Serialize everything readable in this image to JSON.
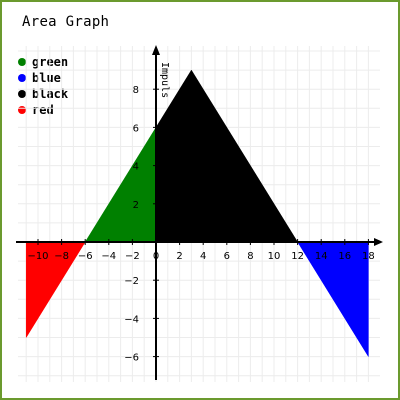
{
  "chart_data": {
    "type": "area",
    "title": "Area Graph",
    "ylabel": "Impuls",
    "xlabel": "",
    "xlim": [
      -12,
      19
    ],
    "ylim": [
      -7,
      10
    ],
    "x_ticks": [
      -10,
      -8,
      -6,
      -4,
      -2,
      0,
      2,
      4,
      6,
      8,
      10,
      12,
      14,
      16,
      18
    ],
    "y_ticks": [
      -6,
      -4,
      -2,
      2,
      4,
      6,
      8
    ],
    "grid": true,
    "legend_position": "top-left",
    "series": [
      {
        "name": "green",
        "color": "#008000",
        "points": [
          [
            -6,
            0
          ],
          [
            0,
            6
          ],
          [
            0,
            0
          ]
        ]
      },
      {
        "name": "blue",
        "color": "#0000ff",
        "points": [
          [
            12,
            0
          ],
          [
            18,
            -6
          ],
          [
            18,
            0
          ]
        ]
      },
      {
        "name": "black",
        "color": "#000000",
        "points": [
          [
            0,
            0
          ],
          [
            0,
            6
          ],
          [
            3,
            9
          ],
          [
            12,
            0
          ]
        ]
      },
      {
        "name": "red",
        "color": "#ff0000",
        "points": [
          [
            -11,
            0
          ],
          [
            -11,
            -5
          ],
          [
            -6,
            0
          ]
        ]
      }
    ]
  }
}
